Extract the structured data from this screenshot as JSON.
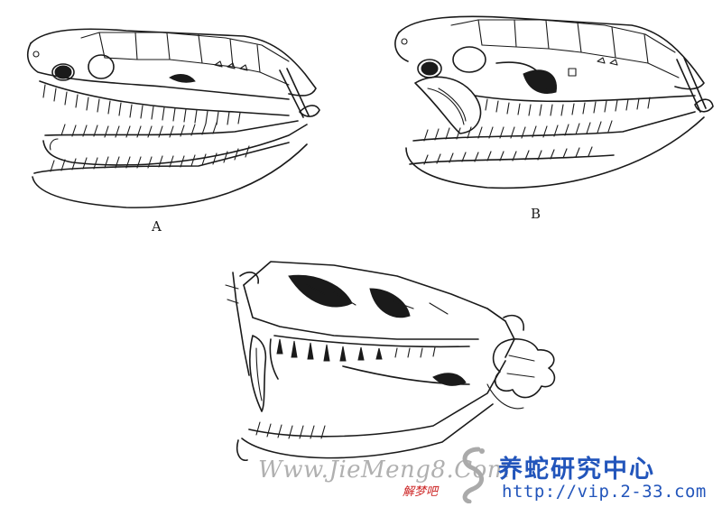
{
  "labels": {
    "panel_a": "A",
    "panel_b": "B"
  },
  "watermark": {
    "url_text": "Www.JieMeng8.Com",
    "cn_text": "解梦吧"
  },
  "brand": {
    "title": "养蛇研究中心",
    "url": "http://vip.2-33.com"
  },
  "colors": {
    "ink": "#1a1a1a",
    "brand_blue": "#2255bb",
    "watermark_red": "#cc2222",
    "watermark_grey": "#969696"
  },
  "icons": {
    "brand_logo": "snake-logo-icon"
  }
}
